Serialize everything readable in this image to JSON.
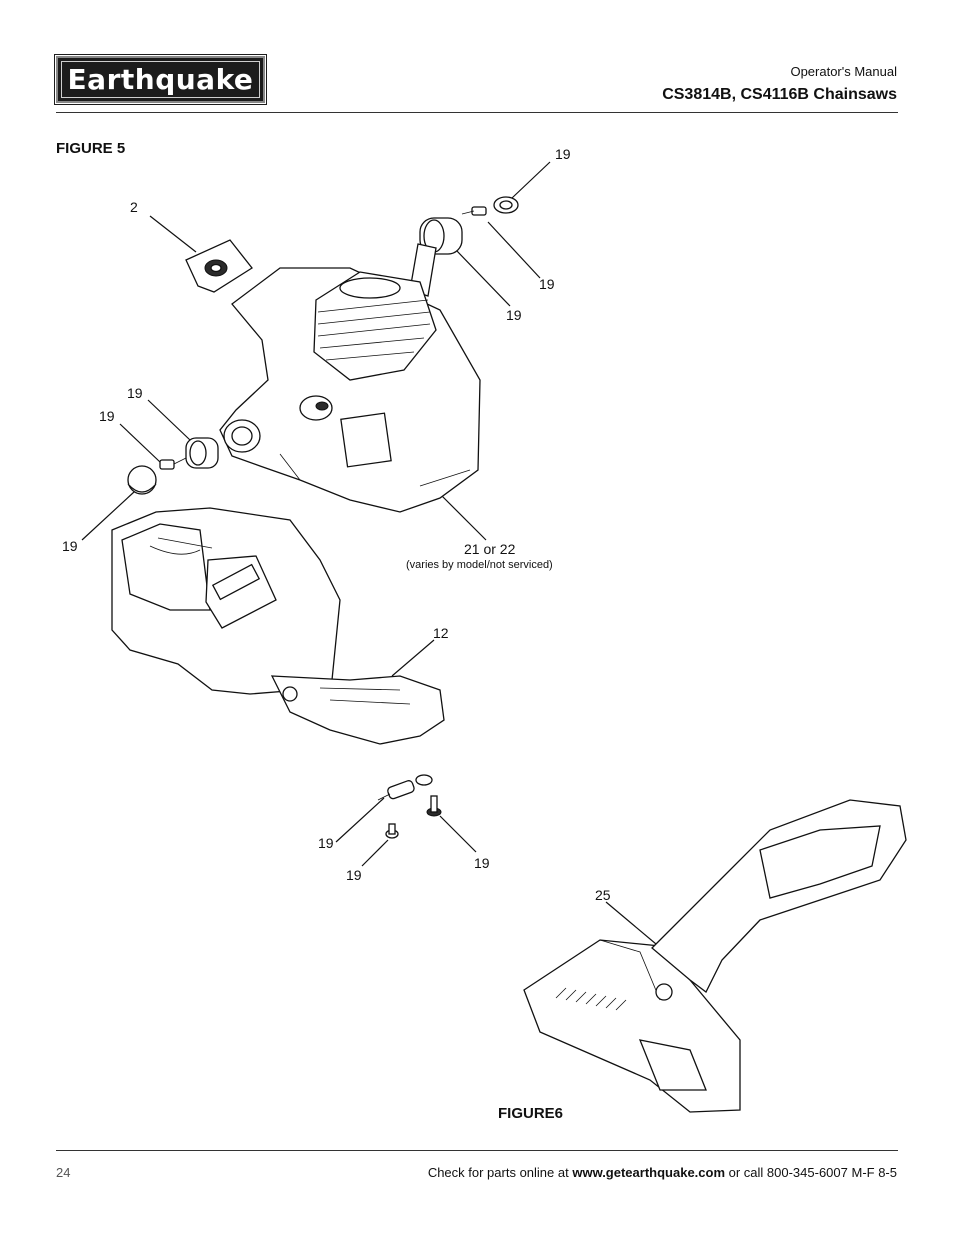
{
  "header": {
    "brand": "Earthquake",
    "doc_type": "Operator's Manual",
    "models": "CS3814B, CS4116B Chainsaws"
  },
  "figures": {
    "figure5_label": "FIGURE 5",
    "figure6_label": "FIGURE6"
  },
  "callouts": {
    "c19_top": "19",
    "c2": "2",
    "c19_right_a": "19",
    "c19_right_b": "19",
    "c19_left_a": "19",
    "c19_left_b": "19",
    "c19_left_c": "19",
    "c21_22": "21 or 22",
    "c21_22_note": "(varies by model/not serviced)",
    "c12": "12",
    "c19_bot_a": "19",
    "c19_bot_b": "19",
    "c19_bot_c": "19",
    "c25": "25"
  },
  "footer": {
    "page_number": "24",
    "prefix": "Check for parts online at ",
    "website": "www.getearthquake.com",
    "suffix": " or call 800-345-6007 M-F 8-5"
  }
}
